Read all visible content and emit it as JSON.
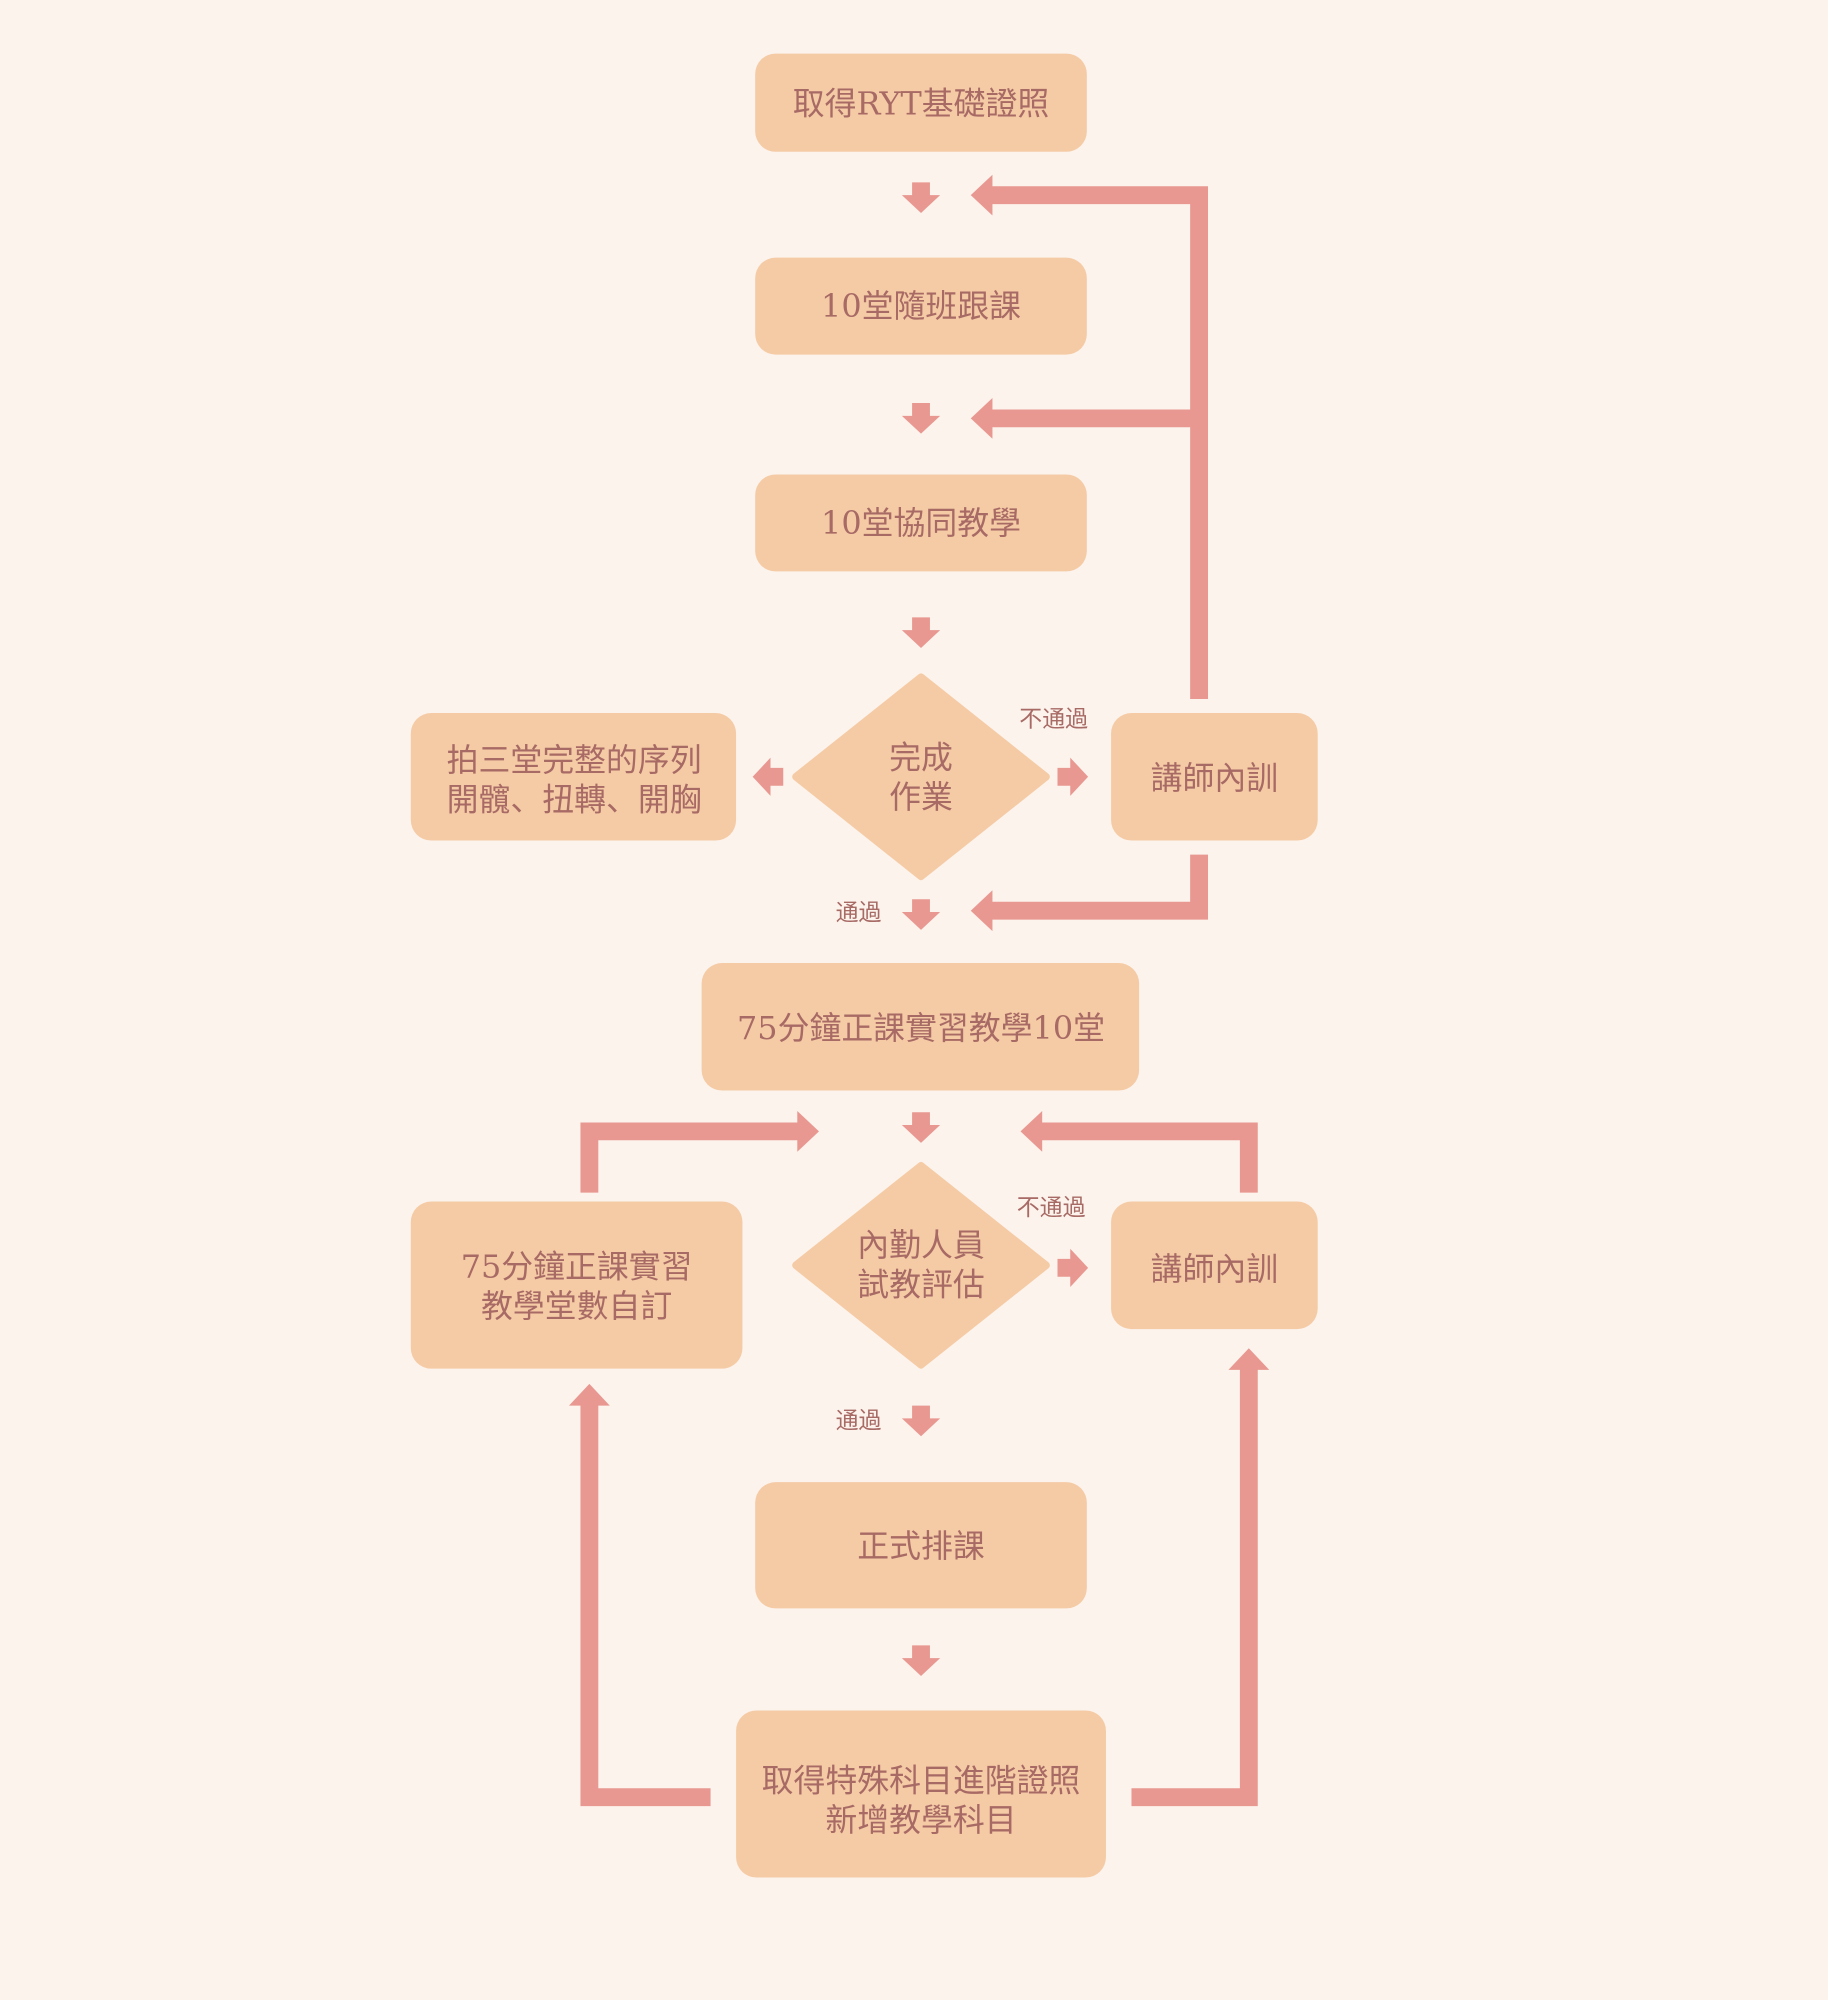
{
  "colors": {
    "background": "#fcf3ec",
    "box": "#f5cba6",
    "text": "#a86a65",
    "arrow": "#e89891"
  },
  "nodes": {
    "ryt": "取得RYT基礎證照",
    "follow": "10堂隨班跟課",
    "co_teach": "10堂協同教學",
    "homework": [
      "完成",
      "作業"
    ],
    "sequence": [
      "拍三堂完整的序列",
      "開髖、扭轉、開胸"
    ],
    "training1": "講師內訓",
    "practicum": "75分鐘正課實習教學10堂",
    "evaluation": [
      "內勤人員",
      "試教評估"
    ],
    "practicum_custom": [
      "75分鐘正課實習",
      "教學堂數自訂"
    ],
    "training2": "講師內訓",
    "scheduling": "正式排課",
    "advanced": [
      "取得特殊科目進階證照",
      "新增教學科目"
    ]
  },
  "labels": {
    "fail1": "不通過",
    "pass1": "通過",
    "fail2": "不通過",
    "pass2": "通過"
  }
}
